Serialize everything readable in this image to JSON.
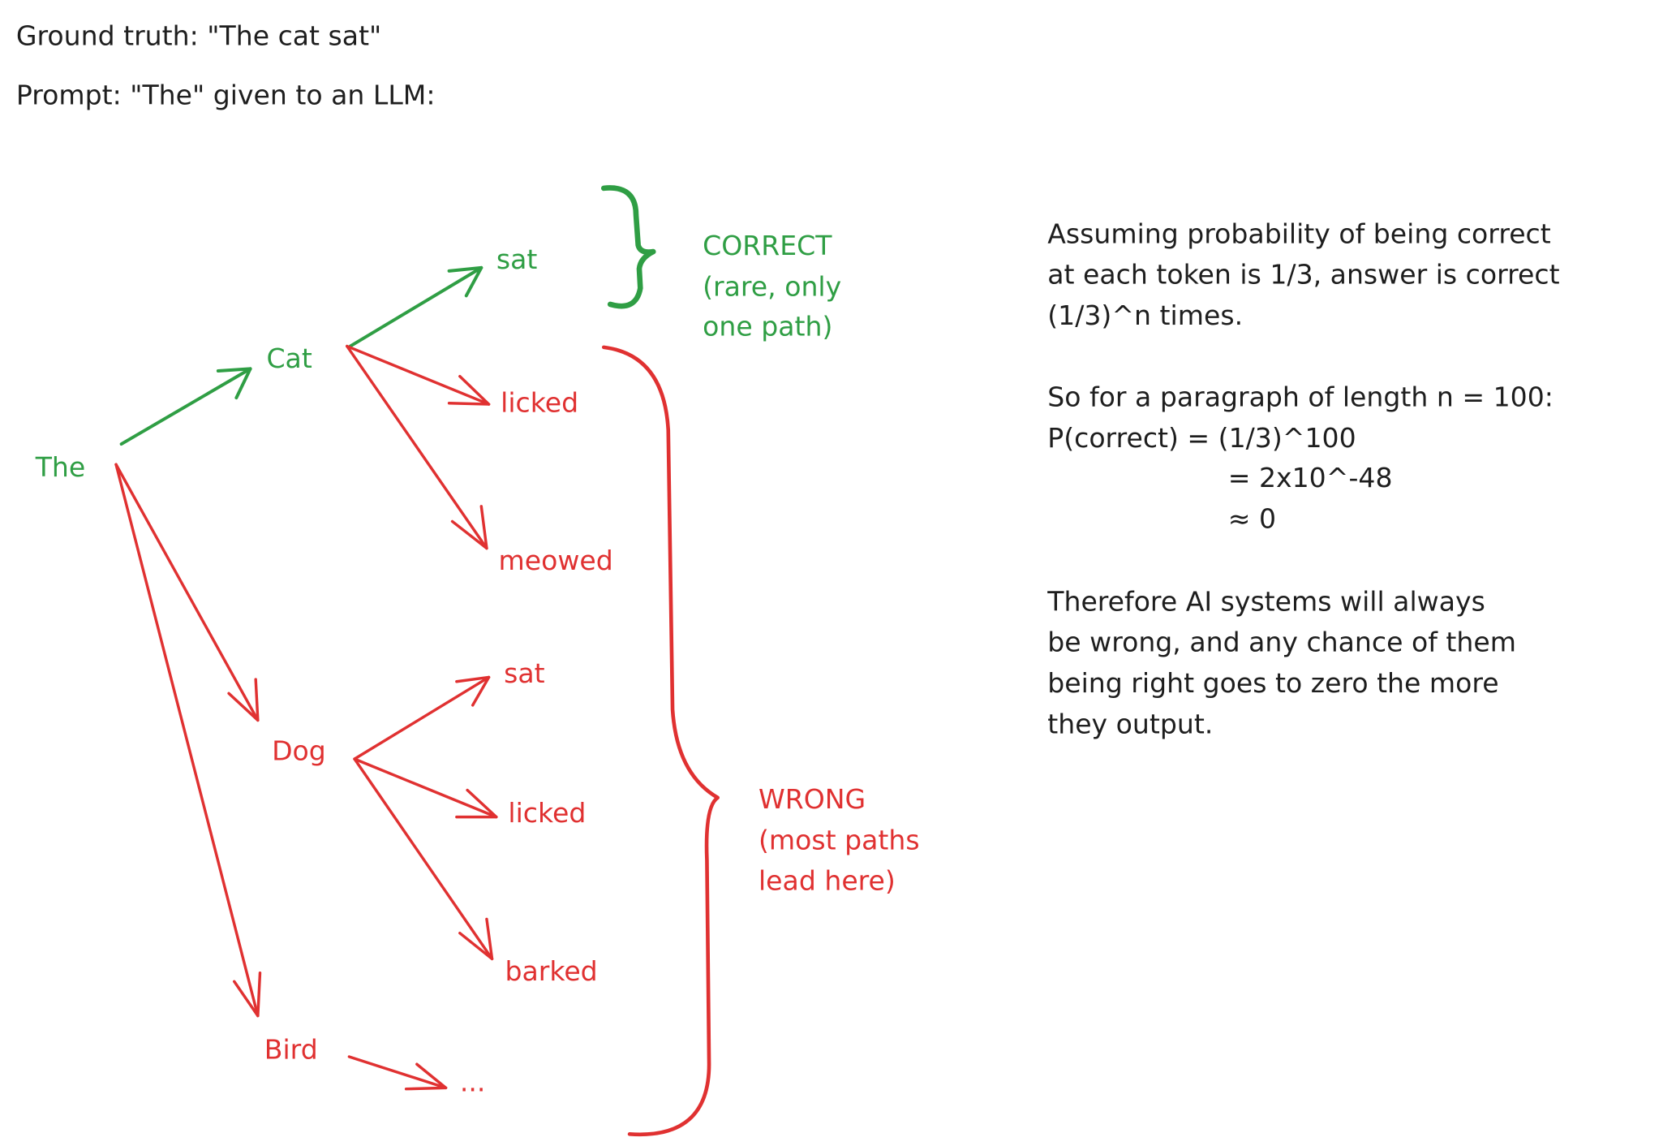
{
  "header": {
    "ground_truth": "Ground truth: \"The cat sat\"",
    "prompt": "Prompt: \"The\" given to an LLM:"
  },
  "colors": {
    "correct": "#2f9e44",
    "wrong": "#e03131",
    "text": "#1e1e1e"
  },
  "tree": {
    "root": "The",
    "cat": {
      "label": "Cat",
      "children": [
        "sat",
        "licked",
        "meowed"
      ]
    },
    "dog": {
      "label": "Dog",
      "children": [
        "sat",
        "licked",
        "barked"
      ]
    },
    "bird": {
      "label": "Bird",
      "children": [
        "..."
      ]
    }
  },
  "annotations": {
    "correct": [
      "CORRECT",
      "(rare, only",
      "one path)"
    ],
    "wrong": [
      "WRONG",
      "(most paths",
      "lead here)"
    ]
  },
  "explanation": {
    "para1": [
      "Assuming probability of being correct",
      "at each token is 1/3, answer is correct",
      "(1/3)^n times."
    ],
    "para2": [
      "So for a paragraph of length n = 100:",
      "P(correct) = (1/3)^100",
      "= 2x10^-48",
      "≈ 0"
    ],
    "para3": [
      "Therefore AI systems will always",
      "be wrong, and any chance of them",
      "being right goes to zero the more",
      "they output."
    ]
  }
}
